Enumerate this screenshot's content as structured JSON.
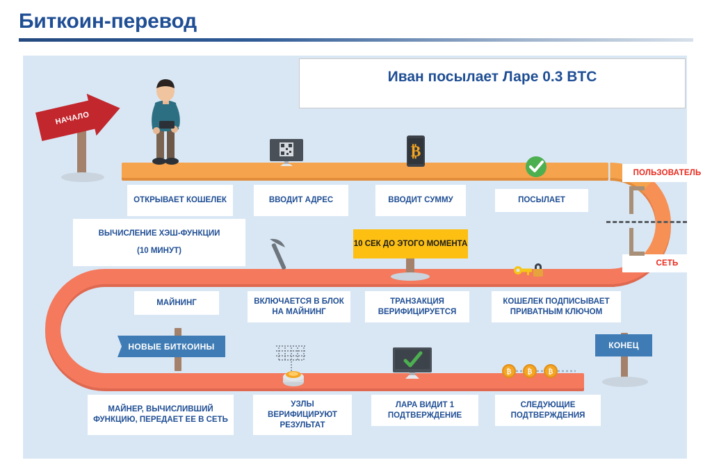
{
  "slide": {
    "title": "Биткоин-перевод",
    "header_statement": "Иван посылает Ларе 0.3 BTC"
  },
  "colors": {
    "title_blue": "#1f4e94",
    "panel_bg": "#d9e7f5",
    "road_orange": "#f5a34d",
    "road_salmon": "#f4795d",
    "sign_yellow": "#fcbf12",
    "sign_blue": "#3f7cb5",
    "tag_red": "#e8291c",
    "start_arrow_red": "#c1272d"
  },
  "signs": {
    "start": "НАЧАЛО",
    "timing": "10 СЕК  ДО ЭТОГО МОМЕНТА",
    "new_coins": "НОВЫЕ БИТКОИНЫ",
    "end": "КОНЕЦ"
  },
  "section_tags": {
    "user": "ПОЛЬЗОВАТЕЛЬ",
    "network": "СЕТЬ"
  },
  "steps": {
    "row_user": [
      {
        "label": "ОТКРЫВАЕТ КОШЕЛЕК",
        "icon": "person-icon"
      },
      {
        "label": "ВВОДИТ АДРЕС",
        "icon": "monitor-qr-icon"
      },
      {
        "label": "ВВОДИТ СУММУ",
        "icon": "phone-bitcoin-icon"
      },
      {
        "label": "ПОСЫЛАЕТ",
        "icon": "green-check-icon"
      }
    ],
    "hash_note": {
      "line1": "ВЫЧИСЛЕНИЕ ХЭШ-ФУНКЦИИ",
      "line2": "(10 МИНУТ)"
    },
    "row_network": [
      {
        "label": "МАЙНИНГ",
        "icon": "pickaxe-icon"
      },
      {
        "label": "ВКЛЮЧАЕТСЯ В БЛОК НА МАЙНИНГ",
        "icon": ""
      },
      {
        "label": "ТРАНЗАКЦИЯ ВЕРИФИЦИРУЕТСЯ",
        "icon": ""
      },
      {
        "label": "КОШЕЛЕК ПОДПИСЫВАЕТ ПРИВАТНЫМ КЛЮЧОМ",
        "icon": "key-lock-icon"
      }
    ],
    "row_bottom": [
      {
        "label": "МАЙНЕР, ВЫЧИСЛИВШИЙ ФУНКЦИЮ, ПЕРЕДАЕТ ЕЕ В СЕТЬ",
        "icon": "coin-stack-icon"
      },
      {
        "label": "УЗЛЫ ВЕРИФИЦИРУЮТ РЕЗУЛЬТАТ",
        "icon": "node-tree-icon"
      },
      {
        "label": "ЛАРА ВИДИТ 1 ПОДТВЕРЖДЕНИЕ",
        "icon": "monitor-check-icon"
      },
      {
        "label": "СЛЕДУЮЩИЕ ПОДТВЕРЖДЕНИЯ",
        "icon": "blockchain-coins-icon"
      }
    ]
  }
}
